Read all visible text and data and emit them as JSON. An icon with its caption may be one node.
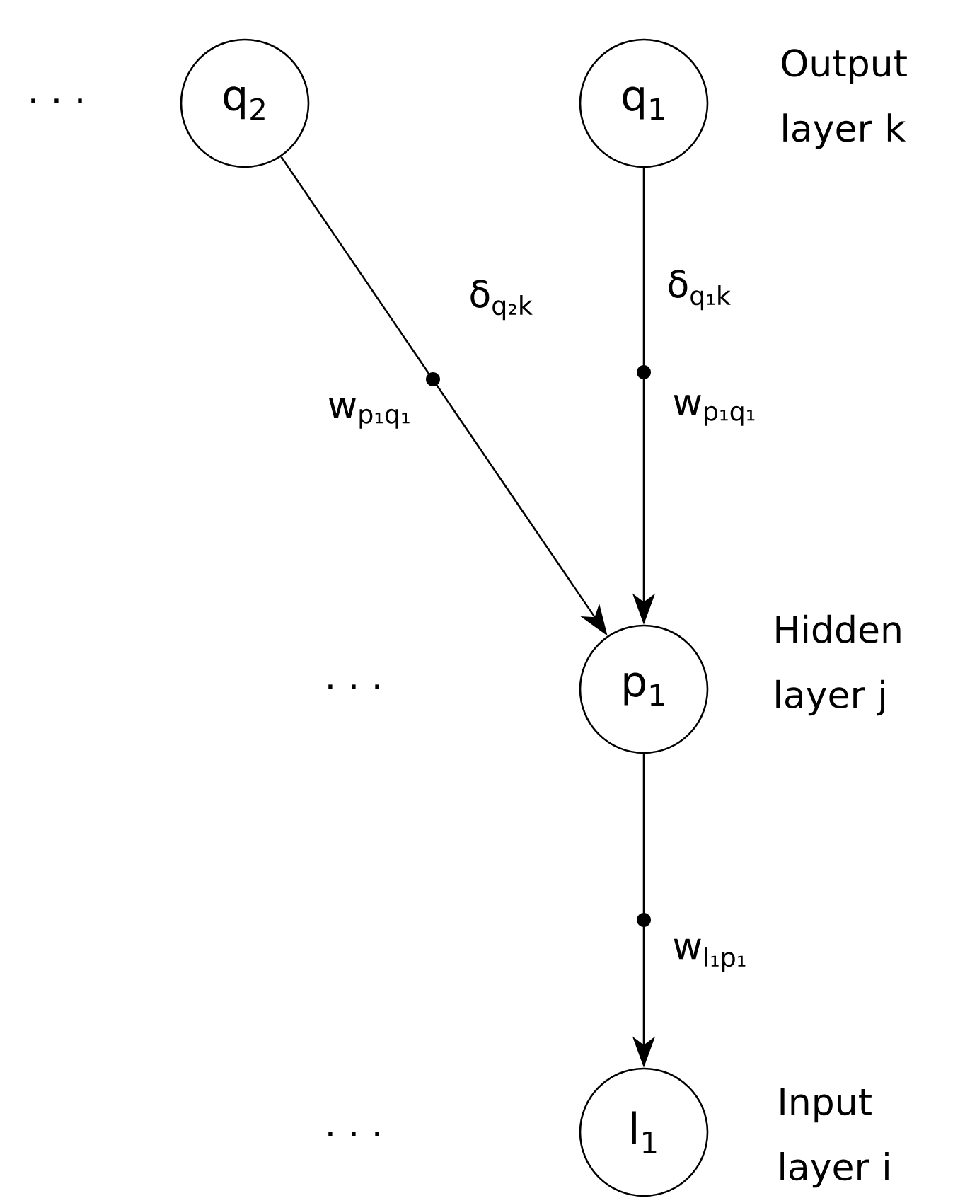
{
  "diagram": {
    "nodes": [
      {
        "text": [
          "q$_{2}$"
        ]
      },
      {
        "text": [
          "q$_{1}$"
        ]
      },
      {
        "text": [
          "p$_{1}$"
        ]
      },
      {
        "text": [
          "l$_{1}$"
        ]
      }
    ],
    "edges": [
      {
        "from": 0,
        "to": 2,
        "arrow": "to",
        "label": "w$_{p₁q₁}$"
      },
      {
        "from": 1,
        "to": 2,
        "arrow": "to",
        "label": "w$_{p₁q₁}$"
      },
      {
        "from": 2,
        "to": 3,
        "arrow": "to",
        "label": "w$_{l₁p₁}$"
      }
    ],
    "labels": [
      "· · ·",
      "Output layer k",
      "δ$_{q₂k}$",
      "δ$_{q₁k}$",
      "· · ·",
      "Hidden layer j",
      "· · ·",
      "Input layer i"
    ]
  }
}
